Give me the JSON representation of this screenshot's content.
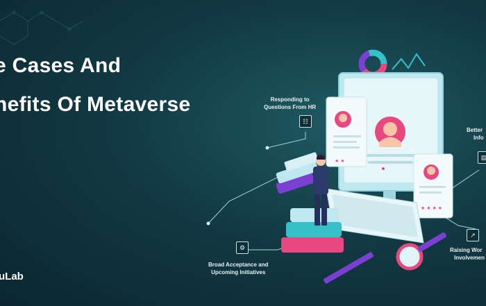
{
  "title_line1": "e Cases And",
  "title_line2": "nefits Of Metaverse",
  "brand": "uLab",
  "labels": {
    "hr_line1": "Responding to",
    "hr_line2": "Questions From HR",
    "better_line1": "Better",
    "better_line2": "Info",
    "raising_line1": "Raising Wor",
    "raising_line2": "Involvemen",
    "broad_line1": "Broad Acceptance and",
    "broad_line2": "Upcoming Initiatives"
  },
  "icons": {
    "hr": "team-chat-icon",
    "better": "document-icon",
    "raising": "growth-chart-icon",
    "broad": "gears-icon"
  },
  "colors": {
    "background": "#123a44",
    "monitor": "#bfe7f0",
    "accent_pink": "#e8487f",
    "accent_teal": "#35c1c7",
    "accent_purple": "#7b3fd1"
  }
}
